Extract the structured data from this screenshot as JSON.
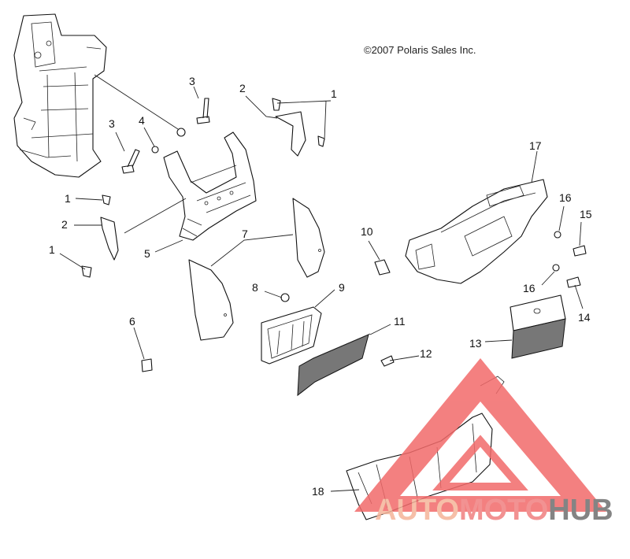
{
  "copyright": "©2007 Polaris Sales Inc.",
  "callouts": [
    "1",
    "1",
    "1",
    "2",
    "2",
    "3",
    "3",
    "4",
    "5",
    "6",
    "7",
    "8",
    "9",
    "10",
    "11",
    "12",
    "13",
    "14",
    "15",
    "16",
    "16",
    "17",
    "18"
  ],
  "watermark": {
    "part1": "AUTO",
    "part2": "MOTO",
    "part3": "HUB",
    "colors": {
      "auto": "#f5b49a",
      "moto": "#f08080",
      "hub": "#6f6f6f",
      "triangle": "#f26a6a"
    }
  }
}
